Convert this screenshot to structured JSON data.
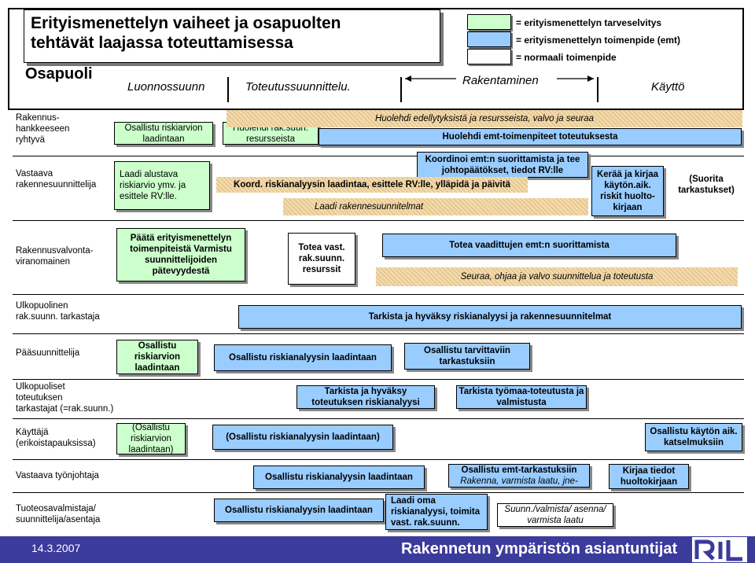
{
  "title": {
    "line1": "Erityismenettelyn vaiheet ja osapuolten",
    "line2": "tehtävät laajassa toteuttamisessa"
  },
  "header_label": "Osapuoli",
  "phases": [
    "Luonnossuunn",
    "Toteutussuunnittelu.",
    "Rakentaminen",
    "Käyttö"
  ],
  "legend": [
    {
      "color": "#ccffcc",
      "text": "= erityismenettelyn tarveselvitys"
    },
    {
      "color": "#99ccff",
      "text": "= erityismenettelyn toimenpide (emt)"
    },
    {
      "color": "#ffffff",
      "text": "= normaali toimenpide"
    }
  ],
  "colors": {
    "green": "#ccffcc",
    "blue": "#99ccff",
    "white": "#ffffff",
    "footer": "#3b3b9c"
  },
  "rows": {
    "r1": {
      "label": "Rakennus-\nhankkeeseen\nryhtyvä",
      "b1": "Osallistu riskiarvion laadintaan",
      "b2": "Huolehdi rak.suun. resursseista",
      "t1": "Huolehdi edellytyksistä ja resursseista, valvo ja seuraa",
      "b3": "Huolehdi emt-toimenpiteet toteutuksesta"
    },
    "r2": {
      "label": "Vastaava\nrakennesuunnittelija",
      "b1": "Laadi alustava riskiarvio ymv. ja esittele RV:lle.",
      "t1": "Koordinoi emt:n suorittamista ja tee johtopäätökset, tiedot RV:lle",
      "t2": "Koord. riskianalyysin laadintaa, esittele RV:lle, ylläpidä ja päivitä",
      "t3": "Laadi rakennesuunnitelmat",
      "b2": "Kerää ja kirjaa käytön.aik. riskit huolto-kirjaan",
      "t4": "(Suorita tarkastukset)"
    },
    "r3": {
      "label": "Rakennusvalvonta-\nviranomainen",
      "b1": "Päätä erityismenettelyn toimenpiteistä Varmistu suunnittelijoiden pätevyydestä",
      "b2": "Totea vast. rak.suunn. resurssit",
      "t1": "Totea vaadittujen emt:n suorittamista",
      "t2": "Seuraa, ohjaa ja valvo suunnittelua ja toteutusta"
    },
    "r4": {
      "label": "Ulkopuolinen\nrak.suunn. tarkastaja",
      "b1": "Tarkista ja hyväksy riskianalyysi ja rakennesuunnitelmat"
    },
    "r5": {
      "label": "Pääsuunnittelija",
      "b1": "Osallistu riskiarvion laadintaan",
      "b2": "Osallistu riskianalyysin laadintaan",
      "b3": "Osallistu tarvittaviin tarkastuksiin"
    },
    "r6": {
      "label": "Ulkopuoliset\ntoteutuksen\ntarkastajat (=rak.suunn.)",
      "b1": "Tarkista ja hyväksy toteutuksen riskianalyysi",
      "b2": "Tarkista työmaa-toteutusta ja valmistusta"
    },
    "r7": {
      "label": "Käyttäjä\n(erikoistapauksissa)",
      "b1": "(Osallistu riskiarvion laadintaan)",
      "b2": "(Osallistu riskianalyysin laadintaan)",
      "b3": "Osallistu käytön aik. katselmuksiin"
    },
    "r8": {
      "label": "Vastaava työnjohtaja",
      "b1": "Osallistu riskianalyysin laadintaan",
      "b2a": "Osallistu emt-tarkastuksiin",
      "b2b": "Rakenna, varmista laatu, jne-",
      "b3": "Kirjaa tiedot huoltokirjaan"
    },
    "r9": {
      "label": "Tuoteosavalmistaja/\nsuunnittelija/asentaja",
      "b1": "Osallistu riskianalyysin laadintaan",
      "b2": "Laadi oma riskianalyysi, toimita vast. rak.suunn.",
      "b3": "Suunn./valmista/ asenna/ varmista laatu"
    }
  },
  "footer": {
    "date": "14.3.2007",
    "org": "Rakennetun ympäristön asiantuntijat",
    "logo": "RIL"
  }
}
